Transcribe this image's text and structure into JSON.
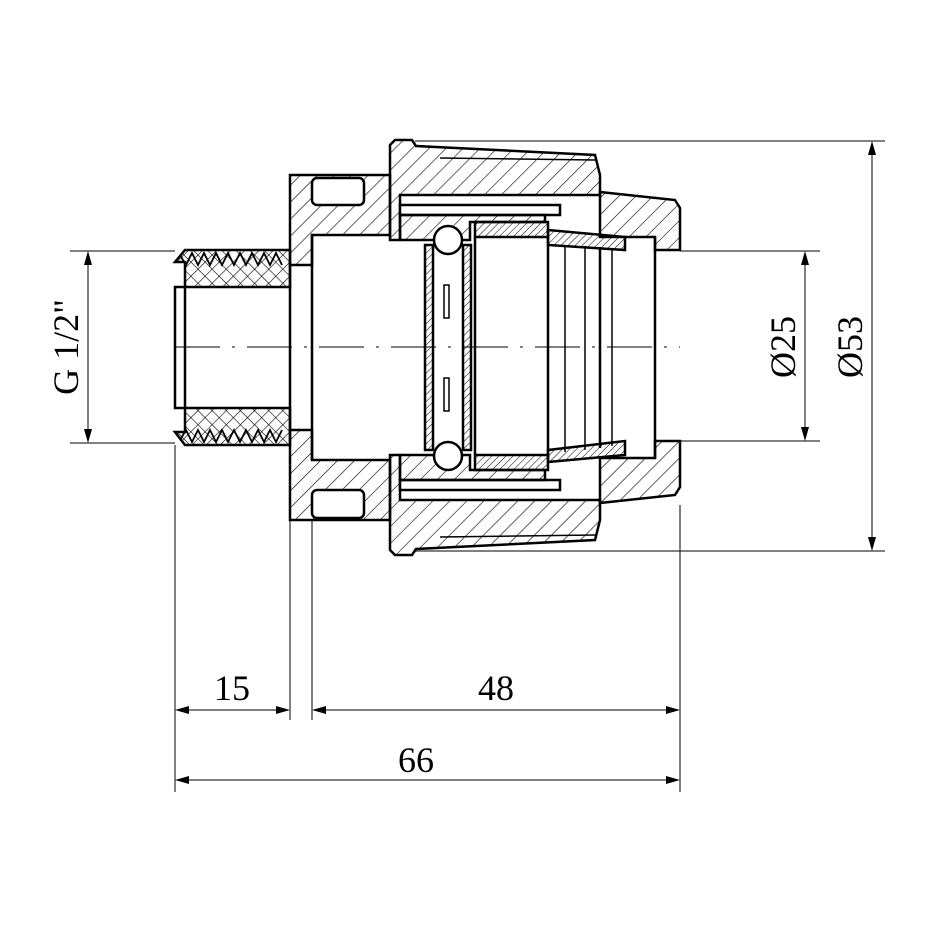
{
  "drawing": {
    "title": "Compression fitting with male thread, section view",
    "dimensions": {
      "thread": "G 1/2\"",
      "inner_diameter": "Ø25",
      "outer_diameter": "Ø53",
      "thread_length": "15",
      "body_length": "48",
      "total_length": "66"
    },
    "colors": {
      "line": "#000000",
      "background": "#ffffff"
    }
  }
}
